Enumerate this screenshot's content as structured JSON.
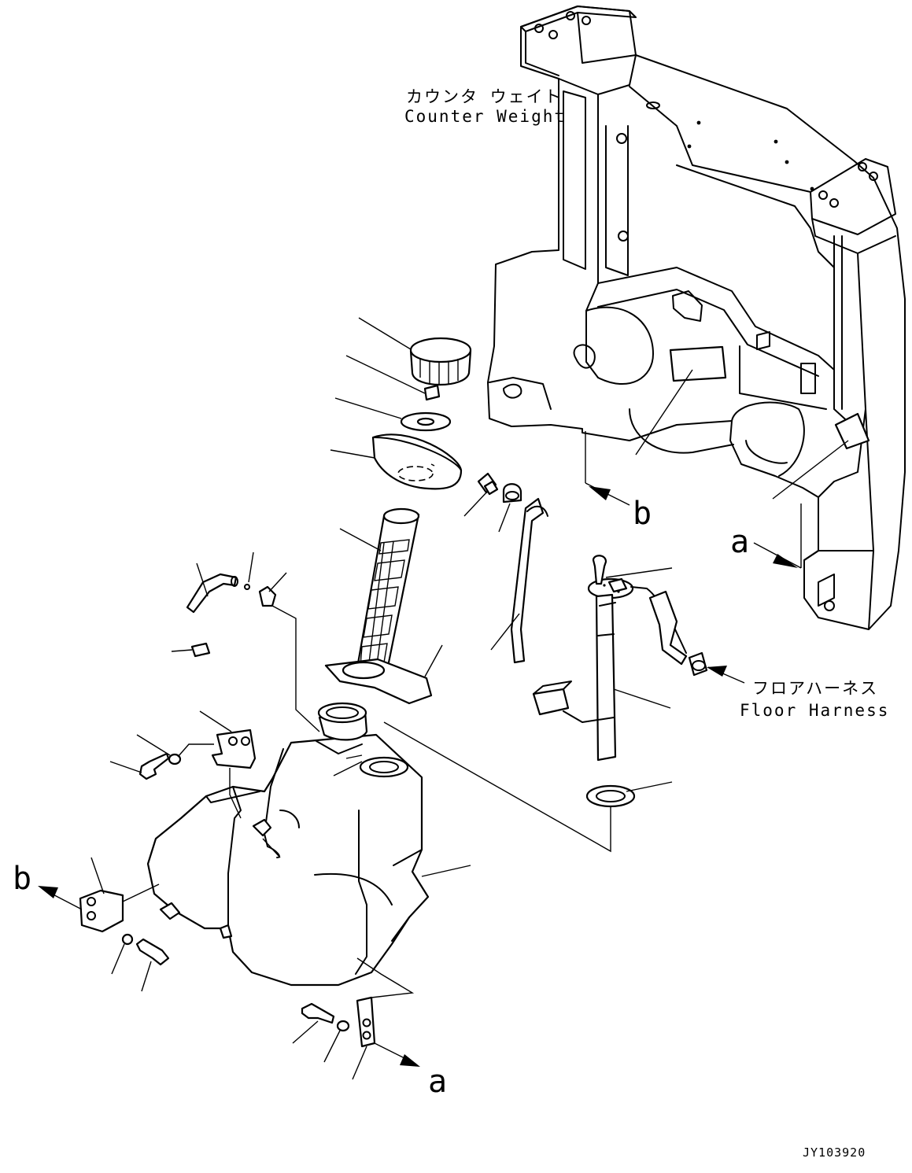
{
  "labels": {
    "counter_weight_jp": "カウンタ ウェイト",
    "counter_weight_en": "Counter Weight",
    "floor_harness_jp": "フロアハーネス",
    "floor_harness_en": "Floor Harness",
    "ref_a": "a",
    "ref_b": "b",
    "drawing_code": "JY103920"
  },
  "colors": {
    "line": "#000000",
    "background": "#ffffff"
  }
}
